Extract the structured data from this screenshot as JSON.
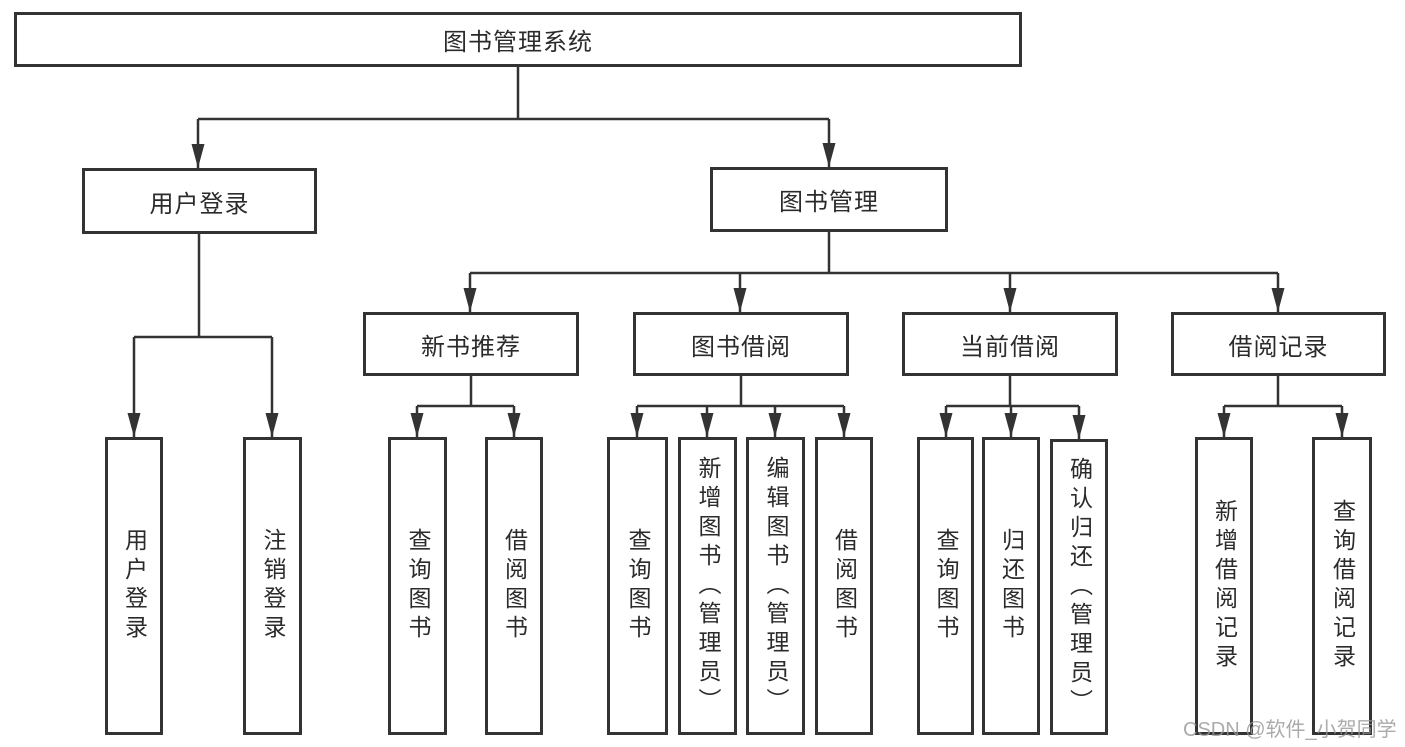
{
  "root_label": "图书管理系统",
  "branches": {
    "user": {
      "label": "用户登录",
      "children": [
        "用户登录",
        "注销登录"
      ]
    },
    "book": {
      "label": "图书管理",
      "sections": [
        {
          "label": "新书推荐",
          "children": [
            "查询图书",
            "借阅图书"
          ]
        },
        {
          "label": "图书借阅",
          "children": [
            "查询图书",
            "新增图书（管理员）",
            "编辑图书（管理员）",
            "借阅图书"
          ]
        },
        {
          "label": "当前借阅",
          "children": [
            "查询图书",
            "归还图书",
            "确认归还（管理员）"
          ]
        },
        {
          "label": "借阅记录",
          "children": [
            "新增借阅记录",
            "查询借阅记录"
          ]
        }
      ]
    }
  },
  "watermark": "CSDN @软件_小贺同学",
  "colors": {
    "line": "#333333",
    "box_border": "#333333",
    "box_fill": "#ffffff",
    "text": "#2b2b2b",
    "watermark": "#969696"
  }
}
